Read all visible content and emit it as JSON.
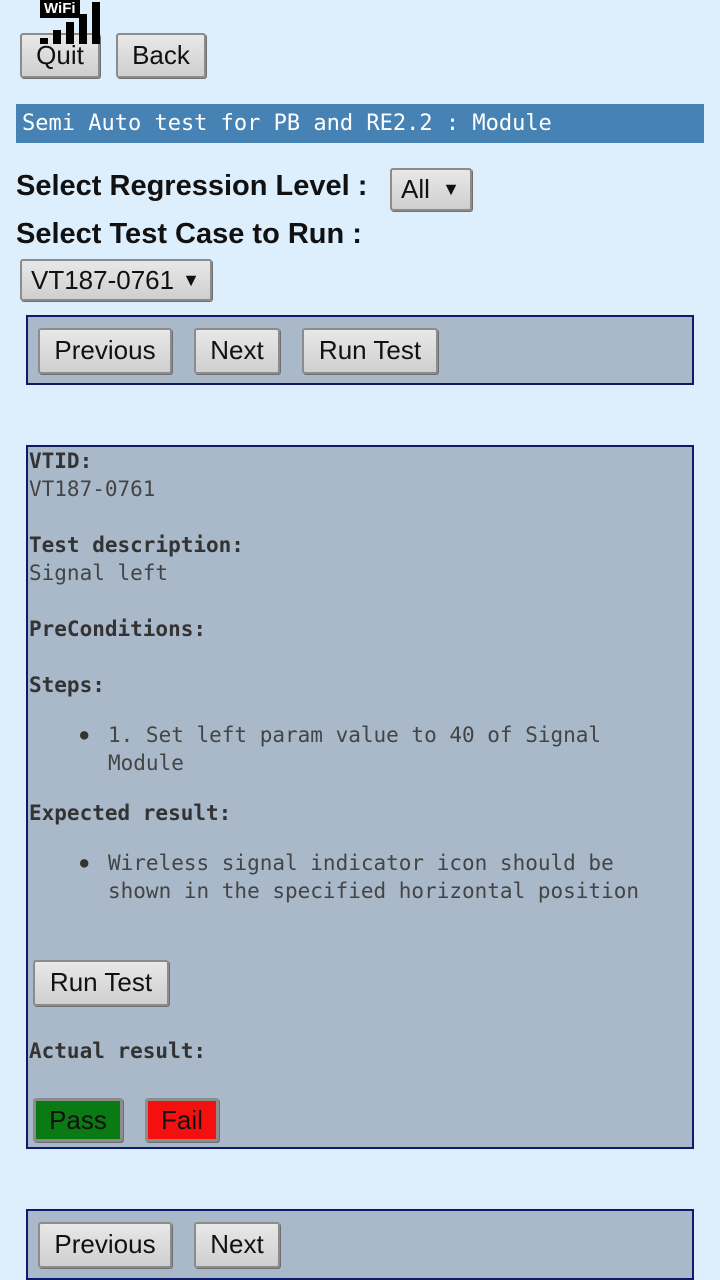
{
  "status": {
    "wifi_label": "WiFi",
    "wifi_icon": "wifi-signal-icon"
  },
  "top_nav": {
    "quit_label": "Quit",
    "back_label": "Back"
  },
  "title": "Semi Auto test for PB and RE2.2 : Module",
  "regression": {
    "label": "Select Regression Level :",
    "selected": "All"
  },
  "test_case": {
    "label": "Select Test Case to Run :",
    "selected": "VT187-0761"
  },
  "nav_top": {
    "previous_label": "Previous",
    "next_label": "Next",
    "run_test_label": "Run Test"
  },
  "test": {
    "vtid_label": "VTID:",
    "vtid_value": "VT187-0761",
    "description_label": "Test description:",
    "description_value": "Signal left",
    "preconditions_label": "PreConditions:",
    "steps_label": "Steps:",
    "steps": [
      "1. Set left param value to 40 of Signal Module"
    ],
    "expected_label": "Expected result:",
    "expected": [
      "Wireless signal indicator icon should be shown in the specified horizontal position"
    ],
    "run_test_label": "Run Test",
    "actual_label": "Actual result:",
    "pass_label": "Pass",
    "fail_label": "Fail"
  },
  "nav_bottom": {
    "previous_label": "Previous",
    "next_label": "Next"
  },
  "colors": {
    "background": "#ddeefc",
    "title_bar": "#4682b4",
    "panel": "#a9b9ca",
    "panel_border": "#0c1a6e",
    "pass": "#0a7a12",
    "fail": "#f51010"
  }
}
